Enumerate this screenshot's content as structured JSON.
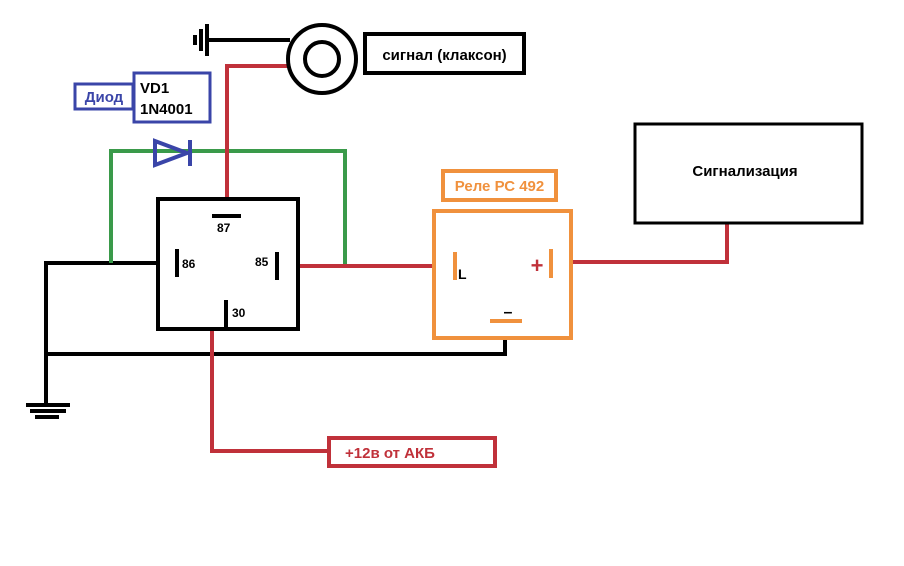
{
  "horn": {
    "label": "сигнал (клаксон)"
  },
  "diode": {
    "tag": "Диод",
    "ref": "VD1",
    "model": "1N4001"
  },
  "relay": {
    "pin87": "87",
    "pin86": "86",
    "pin85": "85",
    "pin30": "30"
  },
  "rc492": {
    "title": "Реле РС 492",
    "pin_l": "L",
    "pin_plus": "+",
    "pin_minus": "–"
  },
  "alarm": {
    "label": "Сигнализация"
  },
  "battery": {
    "label": "+12в от АКБ"
  },
  "colors": {
    "wire_black": "#000000",
    "wire_red": "#c0313a",
    "wire_green": "#3a9a4a",
    "diode_blue": "#3a45a8",
    "relay_orange": "#f0913d"
  }
}
